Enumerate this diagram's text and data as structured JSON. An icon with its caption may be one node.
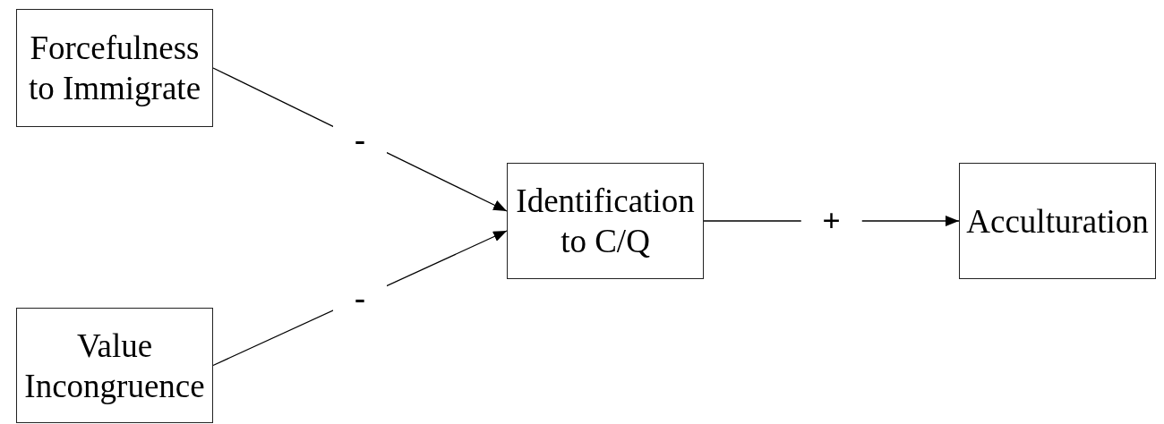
{
  "diagram": {
    "nodes": [
      {
        "text": [
          "Forcefulness to Immigrate"
        ]
      },
      {
        "text": [
          "Value Incongruence"
        ]
      },
      {
        "text": [
          "Identification to C/Q"
        ]
      },
      {
        "text": [
          "Acculturation"
        ]
      }
    ],
    "edges": [
      {
        "from": 0,
        "to": 2,
        "arrow": "to",
        "label": "-"
      },
      {
        "from": 1,
        "to": 2,
        "arrow": "to",
        "label": "-"
      },
      {
        "from": 2,
        "to": 3,
        "arrow": "to",
        "label": "+"
      }
    ]
  }
}
